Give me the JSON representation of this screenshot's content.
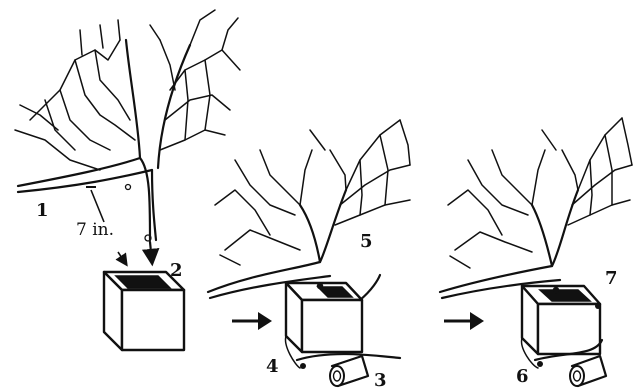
{
  "labels": {
    "stage1": "1",
    "stage1_box": "2",
    "measure": "7 in.",
    "stage2_roll": "3",
    "stage2_wire": "4",
    "stage2_top": "5",
    "stage3_bottom": "6",
    "stage3_side": "7"
  },
  "colors": {
    "ink": "#111111",
    "paper": "#ffffff"
  },
  "icons": [
    "arrow-right-icon",
    "arrow-right-icon"
  ]
}
